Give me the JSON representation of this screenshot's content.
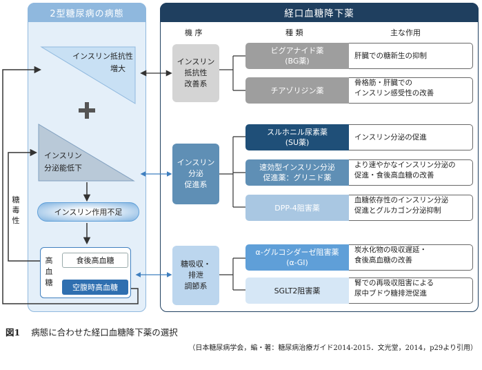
{
  "left_panel": {
    "title": "2型糖尿病の病態"
  },
  "right_panel": {
    "title": "経口血糖降下薬"
  },
  "column_headers": {
    "mechanism": "機 序",
    "type": "種 類",
    "action": "主な作用"
  },
  "pathology": {
    "resistance": {
      "line1": "インスリン抵抗性",
      "line2": "増大"
    },
    "plus": "+",
    "secretion": {
      "line1": "インスリン",
      "line2": "分泌能低下"
    },
    "deficiency": "インスリン作用不足",
    "hyperglycemia": {
      "label_lines": [
        "高",
        "血",
        "糖"
      ],
      "postprandial": "食後高血糖",
      "fasting": "空腹時高血糖"
    },
    "glucotoxicity": [
      "糖",
      "毒",
      "性"
    ]
  },
  "groups": [
    {
      "mechanism": [
        "インスリン",
        "抵抗性",
        "改善系"
      ],
      "drugs": [
        {
          "name": [
            "ビグアナイド薬",
            "(BG薬)"
          ],
          "effect": [
            "肝臓での糖新生の抑制"
          ]
        },
        {
          "name": [
            "チアゾリジン薬"
          ],
          "effect": [
            "骨格筋・肝臓での",
            "インスリン感受性の改善"
          ]
        }
      ]
    },
    {
      "mechanism": [
        "インスリン",
        "分泌",
        "促進系"
      ],
      "drugs": [
        {
          "name": [
            "スルホニル尿素薬",
            "(SU薬)"
          ],
          "effect": [
            "インスリン分泌の促進"
          ]
        },
        {
          "name": [
            "速効型インスリン分泌",
            "促進薬：グリニド薬"
          ],
          "effect": [
            "より速やかなインスリン分泌の",
            "促進・食後高血糖の改善"
          ]
        },
        {
          "name": [
            "DPP-4阻害薬"
          ],
          "effect": [
            "血糖依存性のインスリン分泌",
            "促進とグルカゴン分泌抑制"
          ]
        }
      ]
    },
    {
      "mechanism": [
        "糖吸収・",
        "排泄",
        "調節系"
      ],
      "drugs": [
        {
          "name": [
            "α-グルコシダーゼ阻害薬",
            "(α-GI)"
          ],
          "effect": [
            "炭水化物の吸収遅延・",
            "食後高血糖の改善"
          ]
        },
        {
          "name": [
            "SGLT2阻害薬"
          ],
          "effect": [
            "腎での再吸収阻害による",
            "尿中ブドウ糖排泄促進"
          ]
        }
      ]
    }
  ],
  "caption": {
    "figure_label": "図1",
    "title": "病態に合わせた経口血糖降下薬の選択",
    "source": "（日本糖尿病学会，編・著：糖尿病治療ガイド2014-2015．文光堂，2014，p29より引用）"
  },
  "colors": {
    "left_panel_bg": "#e4eff9",
    "left_panel_header": "#8fb8de",
    "right_panel_header": "#1f3f5f",
    "group1_mech": "#d4d4d4",
    "group1_drug": "#9e9e9e",
    "group2_mech": "#5f8fb5",
    "group2_drug_dark": "#1f4f78",
    "group2_drug_mid": "#5f8fb5",
    "group2_drug_light": "#a9c7e2",
    "group3_mech": "#bcd6ee",
    "group3_drug_mid": "#5f9fd8",
    "group3_drug_light": "#d6e7f6",
    "fasting_box": "#2f6fb0",
    "triangle": "#c8e0f4"
  },
  "icons": [
    "double-arrow-icon",
    "down-arrow-icon",
    "feedback-arrow-icon",
    "plus-icon"
  ]
}
